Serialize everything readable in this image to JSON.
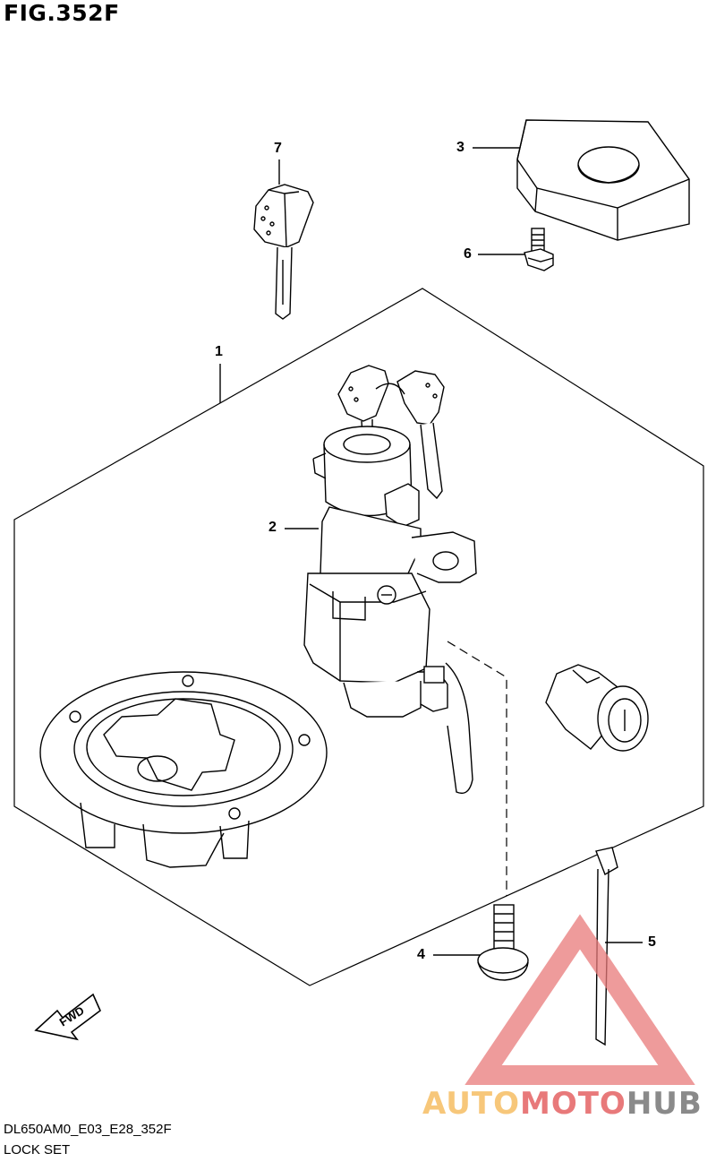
{
  "figure": {
    "title": "FIG.352F",
    "code": "DL650AM0_E03_E28_352F",
    "caption": "LOCK SET"
  },
  "callouts": [
    {
      "id": "1",
      "label": "1"
    },
    {
      "id": "2",
      "label": "2"
    },
    {
      "id": "3",
      "label": "3"
    },
    {
      "id": "4",
      "label": "4"
    },
    {
      "id": "5",
      "label": "5"
    },
    {
      "id": "6",
      "label": "6"
    },
    {
      "id": "7",
      "label": "7"
    }
  ],
  "direction_arrow": {
    "label": "FWD"
  },
  "watermark": {
    "part_a": "AUTO",
    "part_b": "MOTO",
    "part_c": "HUB",
    "colors": {
      "a": "#f7c77a",
      "b": "#e8797a",
      "c": "#8a8a8a"
    }
  }
}
